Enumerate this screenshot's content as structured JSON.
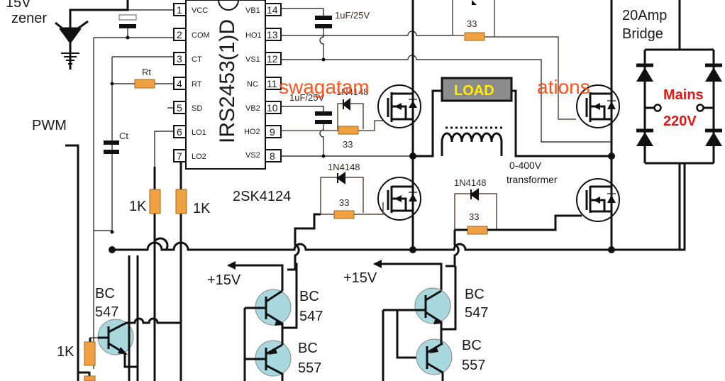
{
  "diagram": {
    "title": "IRS2453(1)D full-bridge inverter with transformer load",
    "watermark": {
      "left": "swagatam",
      "right": "ations"
    },
    "ic": {
      "part": "IRS2453(1)D",
      "pins_left": [
        {
          "num": "1",
          "name": "VCC"
        },
        {
          "num": "2",
          "name": "COM"
        },
        {
          "num": "3",
          "name": "CT"
        },
        {
          "num": "4",
          "name": "RT"
        },
        {
          "num": "5",
          "name": "SD"
        },
        {
          "num": "6",
          "name": "LO1"
        },
        {
          "num": "7",
          "name": "LO2"
        }
      ],
      "pins_right": [
        {
          "num": "14",
          "name": "VB1"
        },
        {
          "num": "13",
          "name": "HO1"
        },
        {
          "num": "12",
          "name": "VS1"
        },
        {
          "num": "11",
          "name": "NC"
        },
        {
          "num": "10",
          "name": "VB2"
        },
        {
          "num": "9",
          "name": "HO2"
        },
        {
          "num": "8",
          "name": "VS2"
        }
      ]
    },
    "labels": {
      "zener_top": "15V",
      "zener": "zener",
      "rt": "Rt",
      "ct": "Ct",
      "pwm": "PWM",
      "r_lo1": "1K",
      "r_lo2": "1K",
      "r_base": "1K",
      "cap_vb1": "1uF/25V",
      "cap_vb2": "1uF/25V",
      "diode_hs_left": "1N4148",
      "diode_ls_left": "1N4148",
      "diode_ls_right": "1N4148",
      "gate_r_top_right": "33",
      "gate_r_hs_left": "33",
      "gate_r_ls_left": "33",
      "gate_r_ls_right": "33",
      "mosfet": "2SK4124",
      "load": "LOAD",
      "transformer_line1": "0-400V",
      "transformer_line2": "transformer",
      "bridge_line1": "20Amp",
      "bridge_line2": "Bridge",
      "mains_line1": "Mains",
      "mains_line2": "220V",
      "supply_1": "+15V",
      "supply_2": "+15V",
      "q_pwm_line1": "BC",
      "q_pwm_line2": "547",
      "q1_npn_line1": "BC",
      "q1_npn_line2": "547",
      "q1_pnp_line1": "BC",
      "q1_pnp_line2": "557",
      "q2_npn_line1": "BC",
      "q2_npn_line2": "547",
      "q2_pnp_line1": "BC",
      "q2_pnp_line2": "557"
    },
    "colors": {
      "resistor": "#f0a040",
      "transistor": "#a8d8de",
      "watermark": "#ff4a10",
      "mains": "#e01818",
      "load_bg": "#8c8c8c",
      "load_text": "#ffee00"
    }
  }
}
